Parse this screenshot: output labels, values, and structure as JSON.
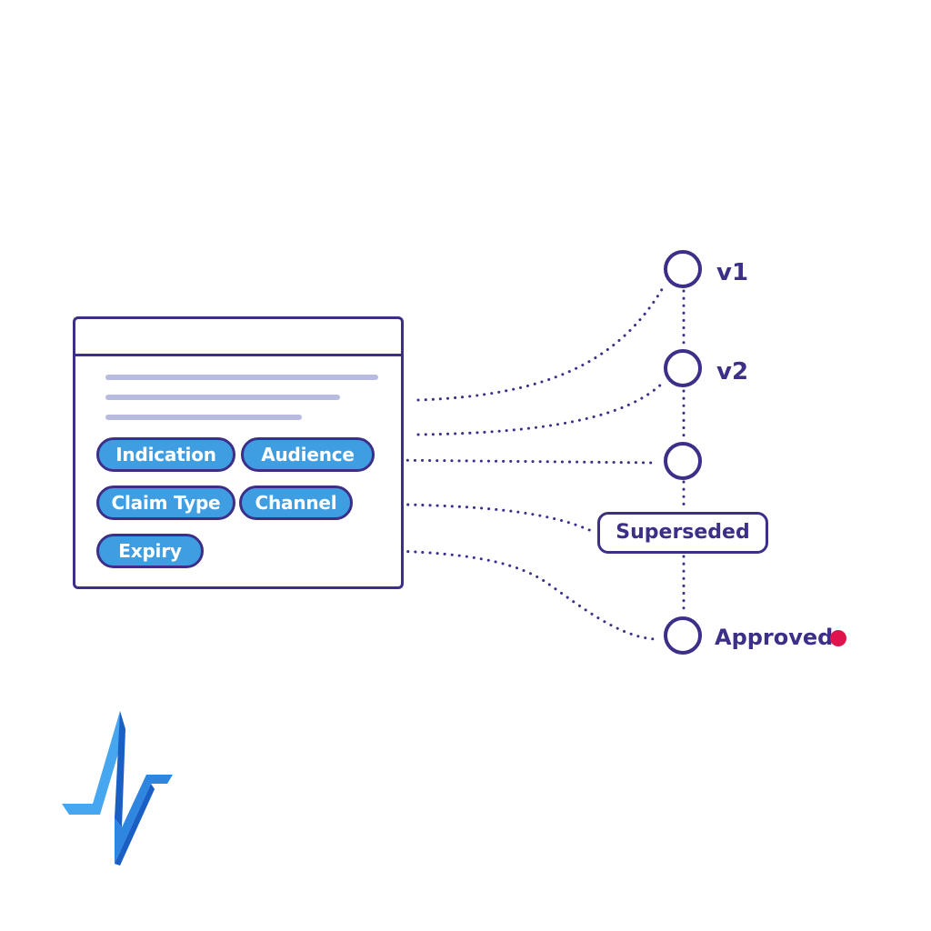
{
  "fields": {
    "indication": "Indication",
    "audience": "Audience",
    "claim_type": "Claim Type",
    "channel": "Channel",
    "expiry": "Expiry"
  },
  "timeline": {
    "v1": "v1",
    "v2": "v2",
    "superseded": "Superseded",
    "approved": "Approved"
  },
  "colors": {
    "outline": "#3b2f87",
    "chip_fill": "#3f9ee2",
    "text_line": "#b7bcdf",
    "status_dot": "#e0144c",
    "logo_light": "#46a6f0",
    "logo_dark": "#1a5fc4"
  },
  "icons": {
    "logo": "pulse-logo-icon",
    "status": "status-dot-icon"
  }
}
